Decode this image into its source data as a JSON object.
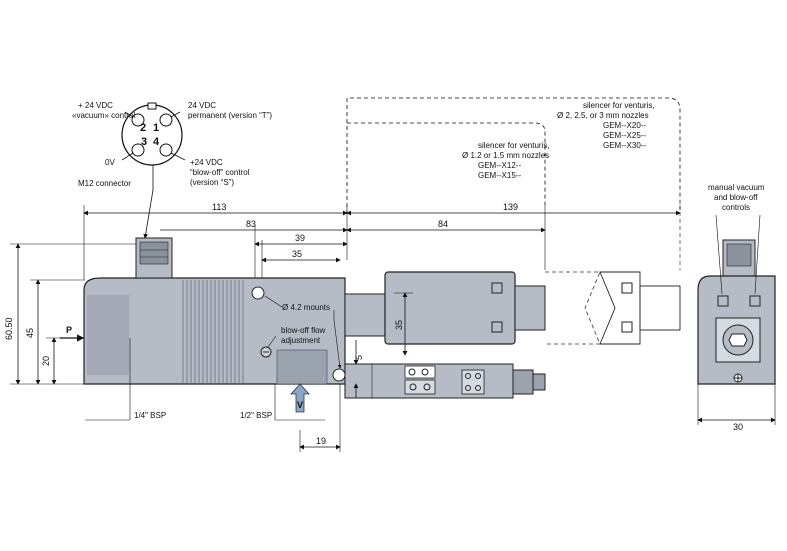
{
  "connector": {
    "title": "M12 connector",
    "pin1": "+ 24 VDC",
    "pin1b": "«vacuum» control",
    "pin2": "24 VDC",
    "pin2b": "permanent (version “T”)",
    "pin3": "0V",
    "pin4": "+24 VDC",
    "pin4b": "“blow-off” control",
    "pin4c": "(version “S”)",
    "pins": [
      "2",
      "1",
      "3",
      "4"
    ]
  },
  "silencers": {
    "small_l1": "silencer for venturis,",
    "small_l2": "Ø 1.2 or 1.5 mm nozzles",
    "small_l3": "GEM--X12--",
    "small_l4": "GEM--X15--",
    "large_l1": "silencer for venturis,",
    "large_l2": "Ø 2, 2.5, or 3 mm nozzles",
    "large_l3": "GEM--X20--",
    "large_l4": "GEM--X25--",
    "large_l5": "GEM--X30--"
  },
  "side": {
    "title_l1": "manual vacuum",
    "title_l2": "and blow-off",
    "title_l3": "controls",
    "width": "30"
  },
  "dims": {
    "d113": "113",
    "d83": "83",
    "d39": "39",
    "d35h": "35",
    "d84": "84",
    "d139": "139",
    "d60": "60.50",
    "d45": "45",
    "d20": "20",
    "d35v": "35",
    "d5": "5",
    "d19": "19"
  },
  "labels": {
    "mounts": "Ø 4.2 mounts",
    "flow_l1": "blow-off flow",
    "flow_l2": "adjustment",
    "bsp14": "1/4\" BSP",
    "bsp12": "1/2\" BSP",
    "p": "P",
    "v": "V"
  }
}
